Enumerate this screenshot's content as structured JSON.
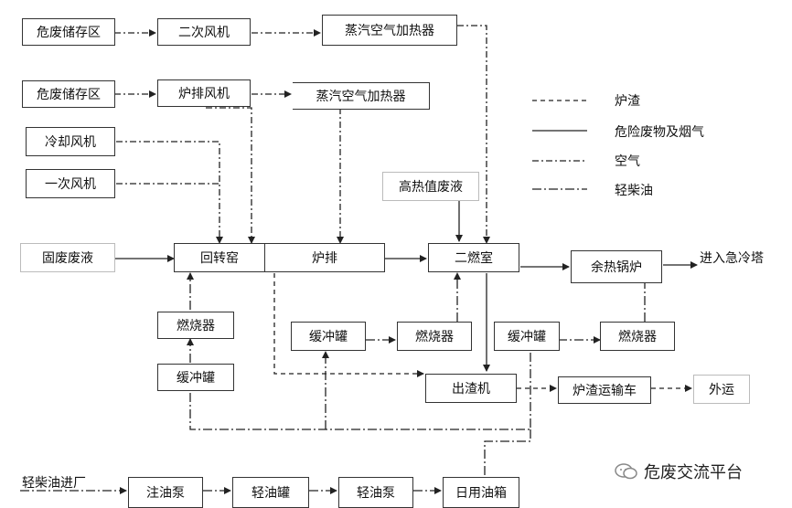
{
  "nodes": {
    "storage1": "危废储存区",
    "fan2": "二次风机",
    "heater1": "蒸汽空气加热器",
    "storage2": "危废储存区",
    "grateFan": "炉排风机",
    "heater2": "蒸汽空气加热器",
    "coolFan": "冷却风机",
    "primaryFan": "一次风机",
    "solidLiquid": "固废废液",
    "kiln": "回转窑",
    "grate": "炉排",
    "highHeat": "高热值废液",
    "secondChamber": "二燃室",
    "boiler": "余热锅炉",
    "toQuench": "进入急冷塔",
    "burnerKiln": "燃烧器",
    "bufferKiln": "缓冲罐",
    "buffer2": "缓冲罐",
    "burner2": "燃烧器",
    "buffer3": "缓冲罐",
    "burner3": "燃烧器",
    "slagOut": "出渣机",
    "slagTruck": "炉渣运输车",
    "outside": "外运",
    "dieselIn": "轻柴油进厂",
    "injectPump": "注油泵",
    "lightTank": "轻油罐",
    "lightPump": "轻油泵",
    "dayTank": "日用油箱"
  },
  "legend": {
    "slag": "炉渣",
    "waste": "危险废物及烟气",
    "air": "空气",
    "diesel": "轻柴油"
  },
  "watermark": "危废交流平台"
}
